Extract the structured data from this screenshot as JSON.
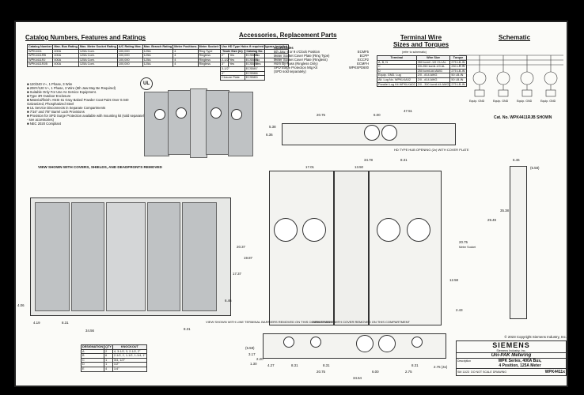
{
  "catalog": {
    "title": "Catalog Numbers, Features and Ratings",
    "headers": [
      "Catalog Number",
      "Max. Bus Rating",
      "Max. Meter Socket Rating",
      "A/C Rating Max.",
      "Max. Branch Rating",
      "Meter Positions",
      "Meter Socket Cover",
      "5th Jaw Installed",
      "Horn Bypass Installed"
    ],
    "rows": [
      [
        "WPK4411",
        "400A",
        "125A Cont.",
        "100,000",
        "125A",
        "4",
        "Ring Type",
        "No",
        "N/A"
      ],
      [
        "WPK4411RB",
        "400A",
        "125A Cont.",
        "100,000",
        "125A",
        "4",
        "Ringless",
        "Yes",
        "No"
      ],
      [
        "WPK4411RJ",
        "400A",
        "125A Cont.",
        "100,000",
        "125A",
        "4",
        "Ringless",
        "Yes",
        "No"
      ],
      [
        "WPK4411RJB",
        "400A",
        "125A Cont.",
        "100,000",
        "125A",
        "4",
        "Ringless",
        "Yes",
        "Yes"
      ]
    ],
    "features": [
      "120/240 V~, 1 Phase, 3 Wire",
      "208Y/120 V~, 1 Phase, 3 Wire  (5th Jaw May Be Required)",
      "Suitable Only For Use As Service Equipment.",
      "Type 3R Outdoor Enclosure",
      "Material/finish: ANSI 61 Gray Baked Powder Coat Paint Over 0.040 Galvanized, Phosphatized Steel",
      "UL Service Disconnects in Separate Compartments",
      "7/16\" and 7/8\" Barrel Lock Provisions",
      "Provision for SPD Surge Protection available with mounting kit (sold separately - see accessories)",
      "NEC 2020 Compliant"
    ]
  },
  "accessories": {
    "title": "Accessories, Replacement Parts",
    "hub_title": "Use HD Type Hubs if required",
    "hub_headers": [
      "Trade Size (in)",
      "Catalog No."
    ],
    "hubs": [
      [
        "2\"",
        "ECSBB4"
      ],
      [
        "2-1/2\"",
        "ECSBB5"
      ],
      [
        "3\"",
        "ECSBB6"
      ],
      [
        "3-1/2\"",
        "ECSBB7"
      ],
      [
        "4\"",
        "ECSBB8"
      ],
      [
        "Closure Plate",
        "ECSBB3"
      ]
    ],
    "list_title": "Accessories",
    "list": [
      [
        "5th Jaw, 6 or 9 o'Clock Position",
        "ECMF5"
      ],
      [
        "Meter Socket Cover Plate (Ring Type)",
        "ECPP"
      ],
      [
        "Meter Socket Cover Plate (Ringless)",
        "ECCP2"
      ],
      [
        "Horn By-Pass (Ringless Only)",
        "ECMFH"
      ],
      [
        "SPD Surge Protection Mtg Kit",
        "WPKSPD600"
      ],
      [
        "(SPD sold separately)",
        ""
      ]
    ]
  },
  "terminal": {
    "title1": "Terminal Wire",
    "title2": "Sizes and Torques",
    "subtitle": "(refer to schematic)",
    "headers": [
      "Terminal",
      "Wire Size",
      "Torque"
    ],
    "rows": [
      [
        "A, B, N",
        "350 kcmil -1/0 CU-AL",
        "275 LB-IN"
      ],
      [
        "C",
        "3/0-250 kcmil-1/0 AL",
        "250 LB-IN"
      ],
      [
        "D",
        "250 kcmil-#4 AWG",
        "275 LB-IN"
      ],
      [
        "Equip. GND. Lug",
        "2/0 - #14 AWG",
        "50 LB-IN"
      ],
      [
        "Alt. Lug No. WPKLKA02",
        "2/0 - #14 AWG",
        "50 LB-IN"
      ],
      [
        "Parallel Lug Kit WPKLKA02",
        "2/0 - 300 kcmil #4 AWG",
        "275 LB-IN"
      ]
    ]
  },
  "schematic": {
    "title": "Schematic",
    "labels": [
      "Equip. GND",
      "Equip. GND",
      "Equip. GND",
      "Equip. GND"
    ]
  },
  "caption_shown": "Cat. No. WPK4411RJB SHOWN",
  "views": {
    "covers_note": "VIEW SHOWN WITH COVERS, SHIELDS, AND DEADFRONTS REMOVED",
    "line_terminal_note": "VIEW SHOWN WITH LINE TERMINAL BARRIERS REMOVED ON THIS COMPARTMENT",
    "cover_removed_note": "VIEW SHOWN WITH COVER REMOVED ON THIS COMPARTMENT",
    "hub_note": "HD TYPE HUB OPENING (2x) WITH COVER PLATE",
    "meter_socket_label": "Meter Socket"
  },
  "dims": {
    "top_a": "20.75",
    "top_b": "6.00",
    "top_c": "47.51",
    "top_d": "5.38",
    "top_e": "6.36",
    "front_w": "34.78",
    "front_a": "17.01",
    "front_b": "13.50",
    "front_c": "8.31",
    "front_d": "4.42",
    "front_e": "8.31",
    "front_h1": "35.38",
    "front_h2": "29.49",
    "front_h3": "20.75",
    "front_h4": "12.58",
    "front_h5": "2.43",
    "side_a": "6.46",
    "side_b": "(5.58)",
    "left_w": "34.56",
    "left_a": "4.19",
    "left_b": "8.31",
    "left_c": "8.31",
    "left_h1": "20.37",
    "left_h2": "19.87",
    "left_h3": "17.37",
    "left_h4": "4.06",
    "left_h5": "6.46",
    "bot_a": "(5.58)",
    "bot_b": "3.17",
    "bot_c": "2.20",
    "bot_d": "1.30",
    "bot_e": "4.27",
    "bot_f": "8.31",
    "bot_g": "8.31",
    "bot_h": "20.75",
    "bot_i": "6.00",
    "bot_j": "2.75",
    "bot_k": "34.64",
    "bot_l": "8.31",
    "bot_m": "2.75 (4x)"
  },
  "knockout": {
    "headers": [
      "DESIGNATION",
      "QTY",
      "KNOCKOUT"
    ],
    "rows": [
      [
        "A",
        "2",
        "4, 3-1/2, 3, 2-1/2, 2\""
      ],
      [
        "B",
        "6",
        "2-1/2, 2, 1-1/2, 1-1/4, 1\""
      ],
      [
        "C",
        "1",
        "3/4, 1/2\""
      ],
      [
        "D",
        "1",
        "1/2\""
      ],
      [
        "E",
        "4",
        "1/4\""
      ]
    ]
  },
  "title_block": {
    "copyright": "© 2023 Copyright Siemens Industry, Inc.",
    "brand": "SIEMENS",
    "company": "Siemens Industry, Inc.",
    "product": "Uni-PAK  Metering",
    "desc_label": "Description",
    "desc1": "WPK Series, 400A Bus,",
    "desc2": "4 Position, 125A Meter",
    "sm_label": "SM 11/23",
    "scale": "DO NOT SCALE DRAWING",
    "part": "WPK4411x"
  },
  "colors": {
    "sheet": "#fbfbf8",
    "ink": "#111111",
    "photo": "#bfc2c4"
  }
}
